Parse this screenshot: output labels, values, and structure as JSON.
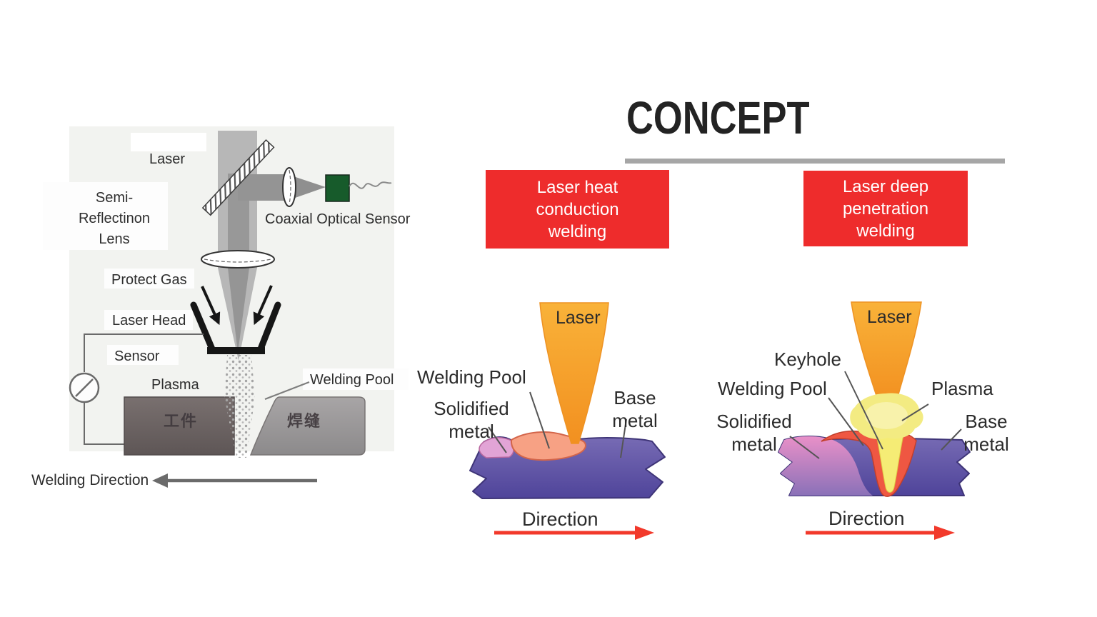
{
  "slide": {
    "title": "CONCEPT",
    "category_boxes": [
      {
        "lines": [
          "Laser heat",
          "conduction",
          "welding"
        ]
      },
      {
        "lines": [
          "Laser deep",
          "penetration",
          "welding"
        ]
      }
    ]
  },
  "setup_diagram": {
    "laser": "Laser",
    "semi_reflection_lens_lines": [
      "Semi-",
      "Reflectinon",
      "Lens"
    ],
    "coaxial_optical_sensor": "Coaxial Optical Sensor",
    "protect_gas": "Protect Gas",
    "laser_head": "Laser Head",
    "sensor": "Sensor",
    "plasma": "Plasma",
    "welding_pool": "Welding Pool",
    "workpiece_cn": "工件",
    "weld_seam_cn": "焊缝",
    "welding_direction": "Welding Direction"
  },
  "conduction_diagram": {
    "laser": "Laser",
    "welding_pool": "Welding Pool",
    "solidified_metal_lines": [
      "Solidified",
      "metal"
    ],
    "base_metal_lines": [
      "Base",
      "metal"
    ],
    "direction": "Direction"
  },
  "penetration_diagram": {
    "laser": "Laser",
    "keyhole": "Keyhole",
    "welding_pool": "Welding Pool",
    "plasma": "Plasma",
    "solidified_metal_lines": [
      "Solidified",
      "metal"
    ],
    "base_metal_lines": [
      "Base",
      "metal"
    ],
    "direction": "Direction"
  },
  "colors": {
    "category_box_red": "#EE2C2C",
    "laser_beam_orange": "#F7A32C",
    "plasma_yellow": "#F3EB82",
    "weld_pool_salmon": "#F7A184",
    "weld_pool_red": "#EF5742",
    "keyhole_yellow": "#F5EC75",
    "base_metal_purple": "#6054A8",
    "solidified_pink": "#E2A4D6",
    "optical_sensor_green": "#175B2B",
    "direction_arrow_red": "#F2392B",
    "divider_gray": "#A6A6A6",
    "setup_arrow_gray": "#6B6B6B"
  }
}
